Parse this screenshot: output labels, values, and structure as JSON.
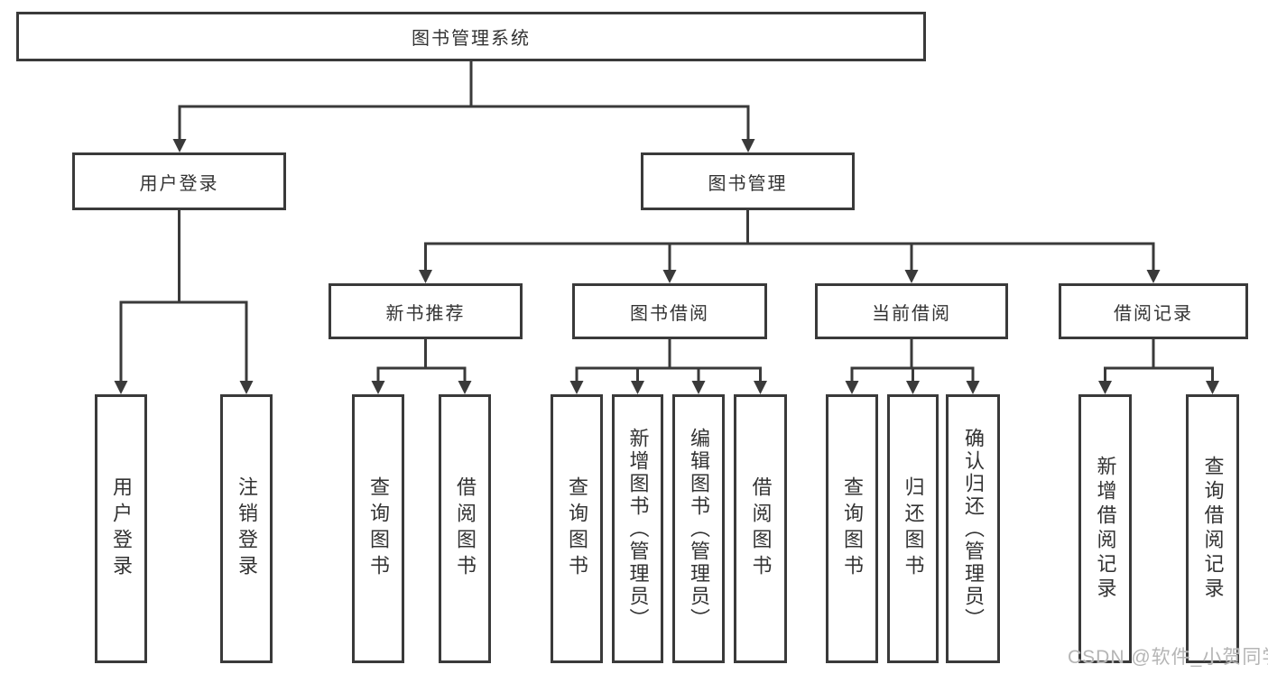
{
  "diagram": {
    "title": "图书管理系统",
    "level2": [
      {
        "label": "用户登录"
      },
      {
        "label": "图书管理"
      }
    ],
    "level3": [
      {
        "label": "新书推荐",
        "parent": "图书管理"
      },
      {
        "label": "图书借阅",
        "parent": "图书管理"
      },
      {
        "label": "当前借阅",
        "parent": "图书管理"
      },
      {
        "label": "借阅记录",
        "parent": "图书管理"
      }
    ],
    "leaves": [
      {
        "label": "用户登录",
        "parent": "用户登录"
      },
      {
        "label": "注销登录",
        "parent": "用户登录"
      },
      {
        "label": "查询图书",
        "parent": "新书推荐"
      },
      {
        "label": "借阅图书",
        "parent": "新书推荐"
      },
      {
        "label": "查询图书",
        "parent": "图书借阅"
      },
      {
        "label": "新增图书（管理员）",
        "parent": "图书借阅"
      },
      {
        "label": "编辑图书（管理员）",
        "parent": "图书借阅"
      },
      {
        "label": "借阅图书",
        "parent": "图书借阅"
      },
      {
        "label": "查询图书",
        "parent": "当前借阅"
      },
      {
        "label": "归还图书",
        "parent": "当前借阅"
      },
      {
        "label": "确认归还（管理员）",
        "parent": "当前借阅"
      },
      {
        "label": "新增借阅记录",
        "parent": "借阅记录"
      },
      {
        "label": "查询借阅记录",
        "parent": "借阅记录"
      }
    ],
    "watermark": "CSDN @软件_小贺同学",
    "colors": {
      "line": "#3a3a3a",
      "text": "#333333",
      "watermark": "#b5b5b5",
      "background": "#ffffff"
    }
  }
}
